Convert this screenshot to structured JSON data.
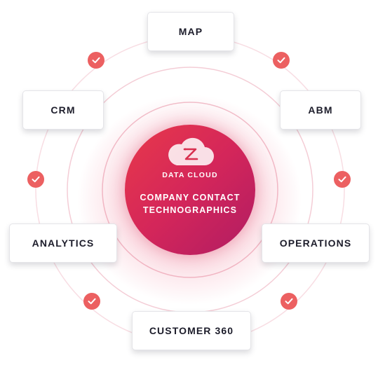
{
  "center": {
    "brand_label": "DATA CLOUD",
    "line1": "COMPANY CONTACT",
    "line2": "TECHNOGRAPHICS",
    "brand_icon": "cloud-z-logo"
  },
  "nodes": {
    "map": "MAP",
    "crm": "CRM",
    "abm": "ABM",
    "analytics": "ANALYTICS",
    "operations": "OPERATIONS",
    "customer360": "CUSTOMER 360"
  },
  "check_icon": "check-circle-icon",
  "colors": {
    "core_start": "#e8394a",
    "core_end": "#b01c63",
    "check": "#ec6061",
    "ring": "#f6d2da",
    "node_text": "#1d1d2b"
  }
}
